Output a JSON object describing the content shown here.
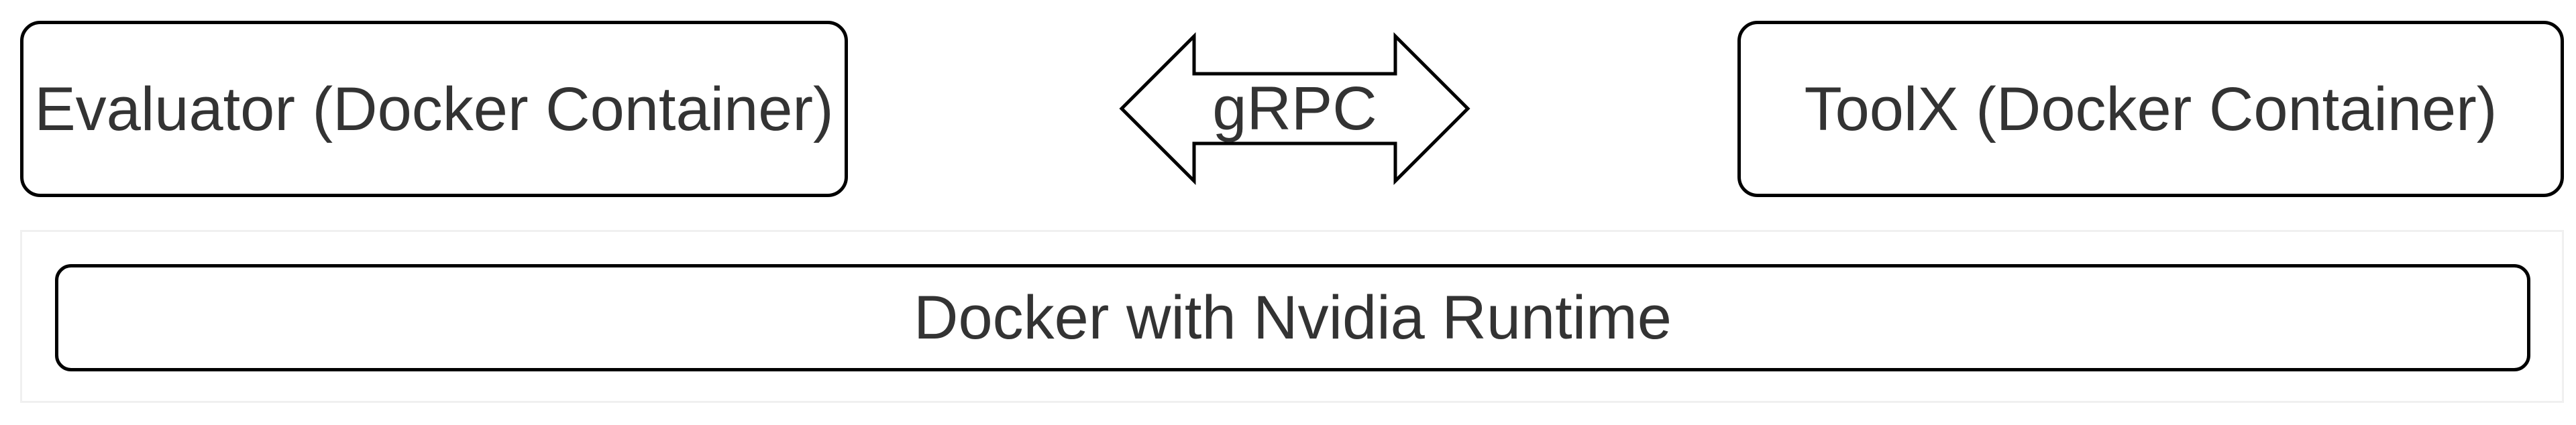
{
  "diagram": {
    "left_box": {
      "label": "Evaluator (Docker Container)"
    },
    "right_box": {
      "label": "ToolX (Docker Container)"
    },
    "connector": {
      "label": "gRPC",
      "shape": "double-headed-arrow"
    },
    "runtime": {
      "label": "Docker with Nvidia Runtime"
    },
    "colors": {
      "stroke": "#000000",
      "text": "#333333",
      "fill": "#ffffff",
      "frame": "#f0f0f0"
    }
  }
}
